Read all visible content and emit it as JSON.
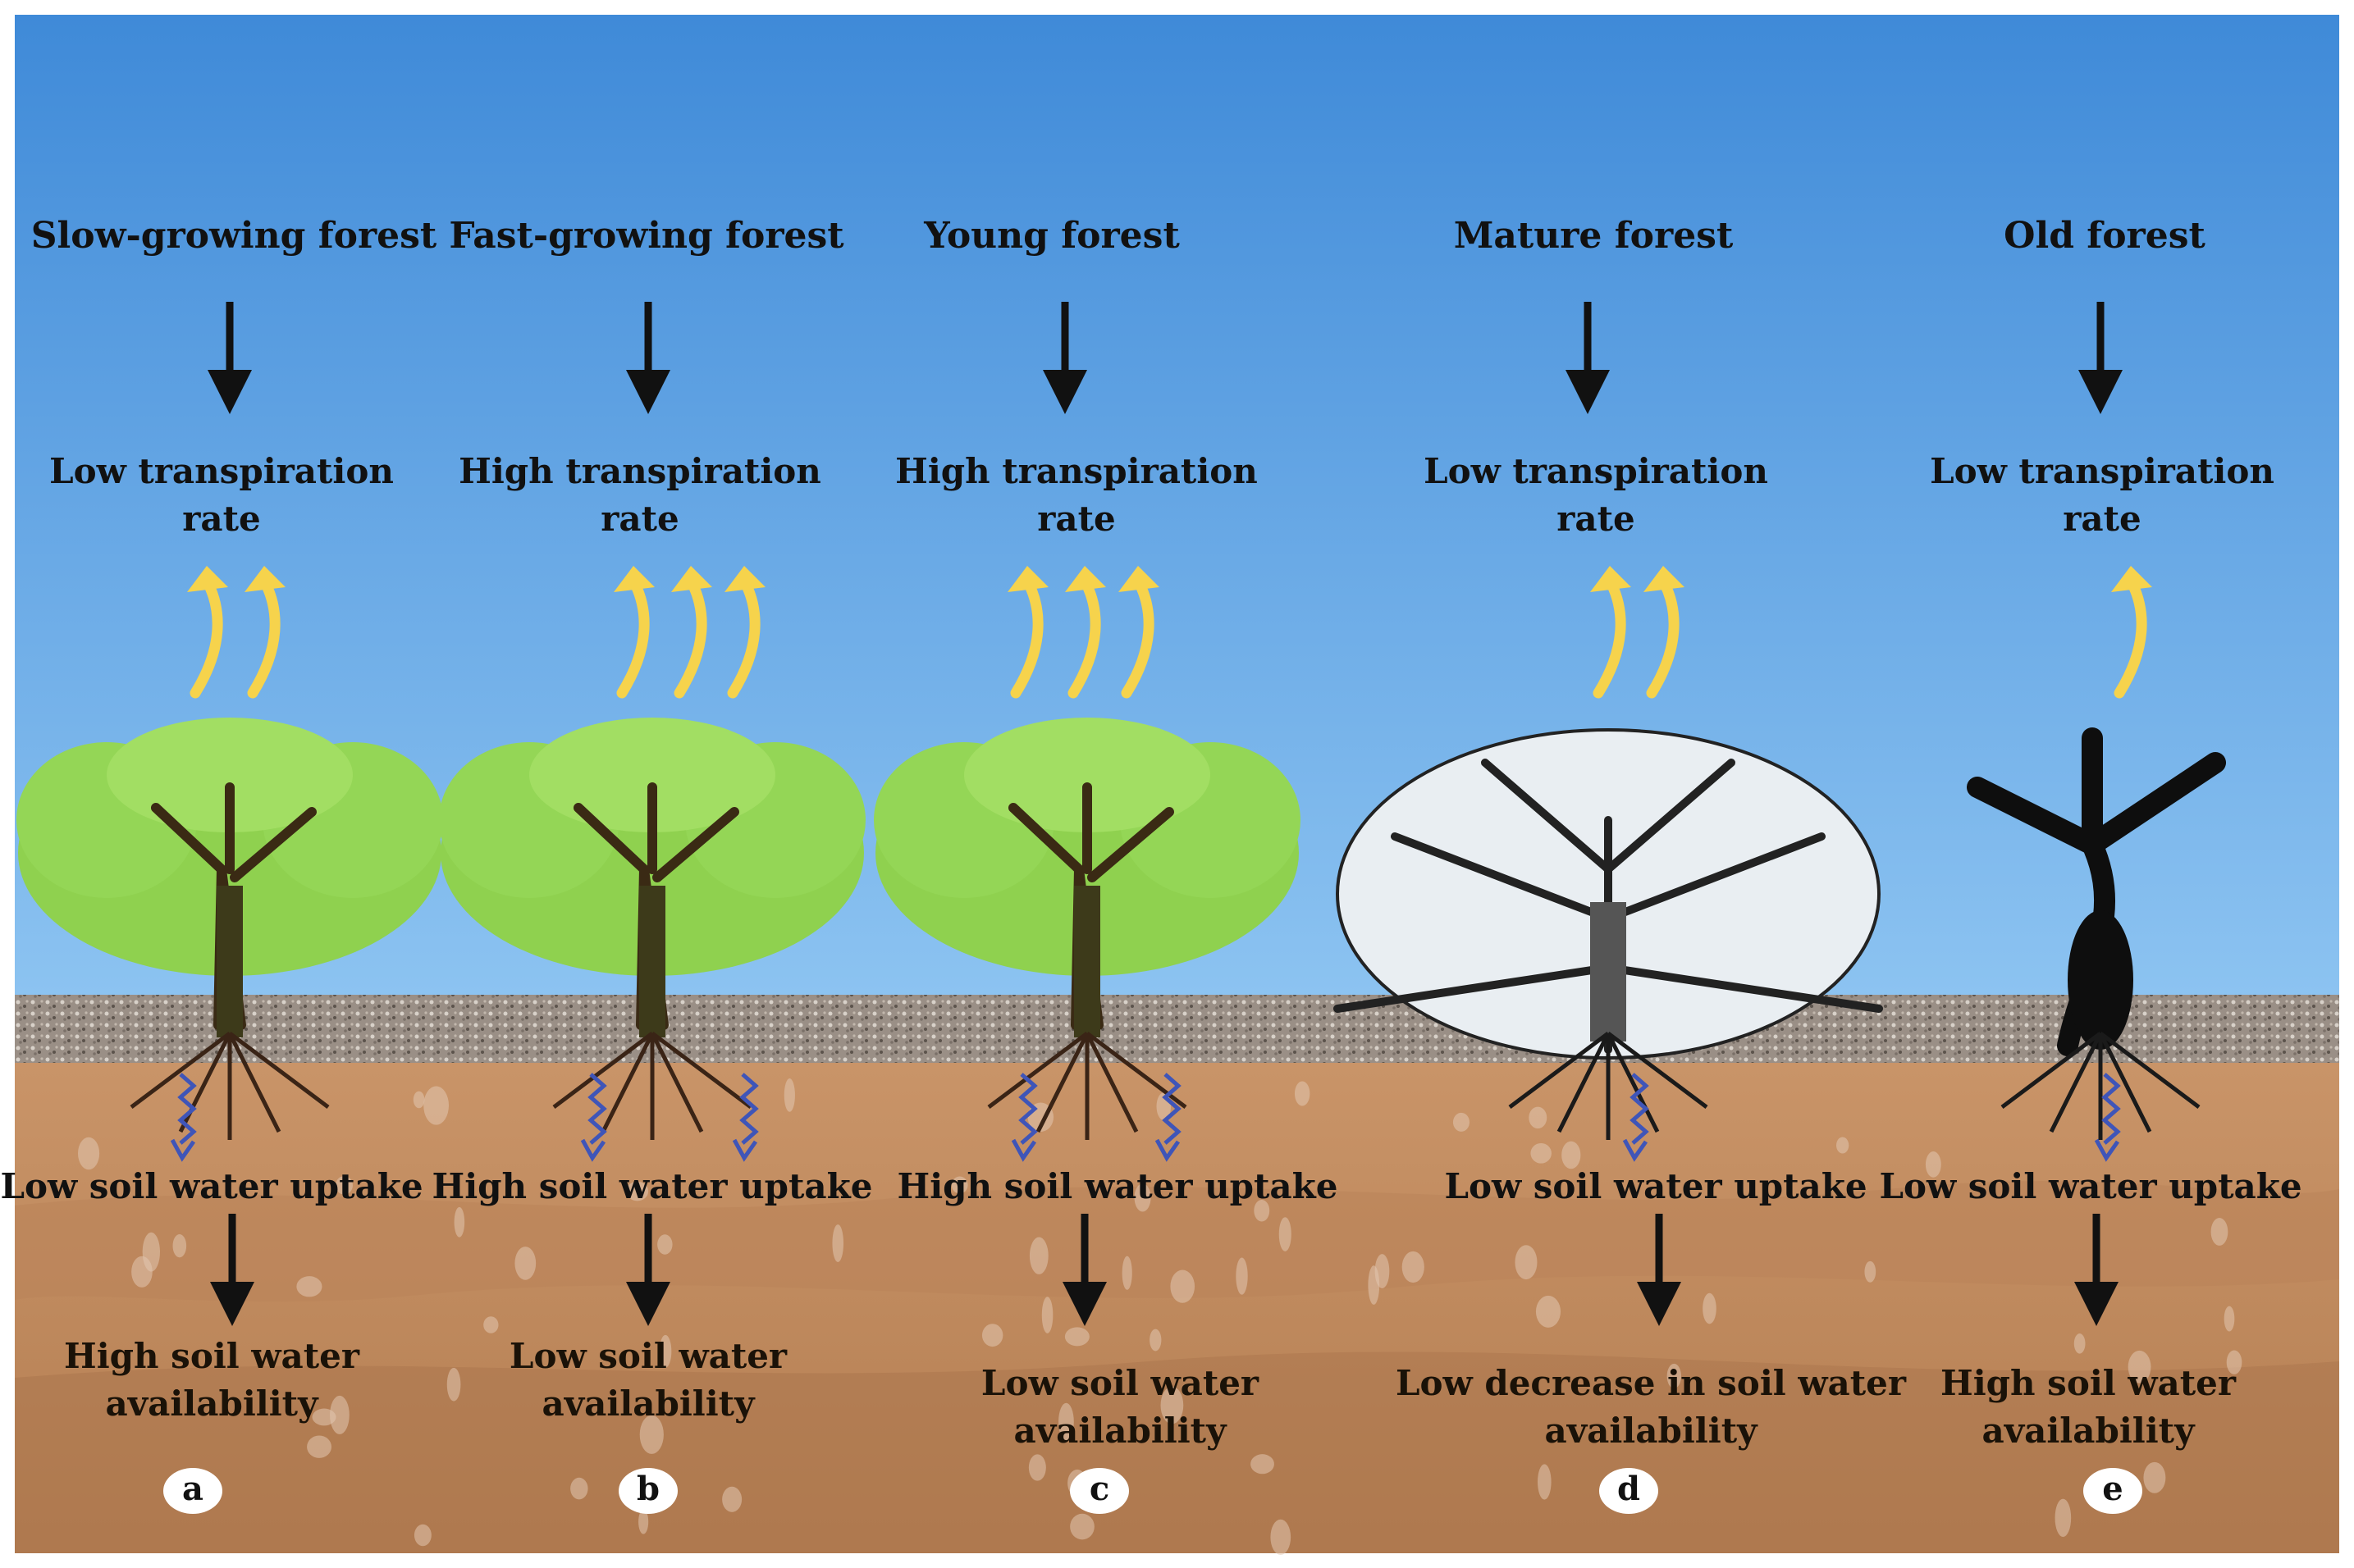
{
  "colors": {
    "sky_top": "#3f8ad8",
    "sky_bottom": "#8cc3f1",
    "soil": "#c08a5e",
    "soil_dark": "#a9744c",
    "gravel": "#9a8f86",
    "leaf": "#8fd14f",
    "trunk": "#3a2a14",
    "transpiration_arrow": "#f6d34c",
    "uptake_arrow": "#3f55b8"
  },
  "panels": [
    {
      "id": "a",
      "title": "Slow-growing forest",
      "transpiration_line1": "Low transpiration",
      "transpiration_line2": "rate",
      "uptake": "Low soil water uptake",
      "availability_line1": "High soil water",
      "availability_line2": "availability",
      "transpiration_arrows": 2,
      "uptake_arrows": 1,
      "tree": "green"
    },
    {
      "id": "b",
      "title": "Fast-growing forest",
      "transpiration_line1": "High transpiration",
      "transpiration_line2": "rate",
      "uptake": "High soil water uptake",
      "availability_line1": "Low soil water",
      "availability_line2": "availability",
      "transpiration_arrows": 3,
      "uptake_arrows": 2,
      "tree": "green"
    },
    {
      "id": "c",
      "title": "Young  forest",
      "transpiration_line1": "High transpiration",
      "transpiration_line2": "rate",
      "uptake": "High soil water uptake",
      "availability_line1": "Low soil water",
      "availability_line2": "availability",
      "transpiration_arrows": 3,
      "uptake_arrows": 2,
      "tree": "green"
    },
    {
      "id": "d",
      "title": "Mature  forest",
      "transpiration_line1": "Low transpiration",
      "transpiration_line2": "rate",
      "uptake": "Low soil water uptake",
      "availability_line1": "Low decrease in soil water",
      "availability_line2": "availability",
      "transpiration_arrows": 2,
      "uptake_arrows": 1,
      "tree": "mature"
    },
    {
      "id": "e",
      "title": "Old forest",
      "transpiration_line1": "Low transpiration",
      "transpiration_line2": "rate",
      "uptake": "Low soil water uptake",
      "availability_line1": "High soil water",
      "availability_line2": "availability",
      "transpiration_arrows": 1,
      "uptake_arrows": 1,
      "tree": "old"
    }
  ]
}
